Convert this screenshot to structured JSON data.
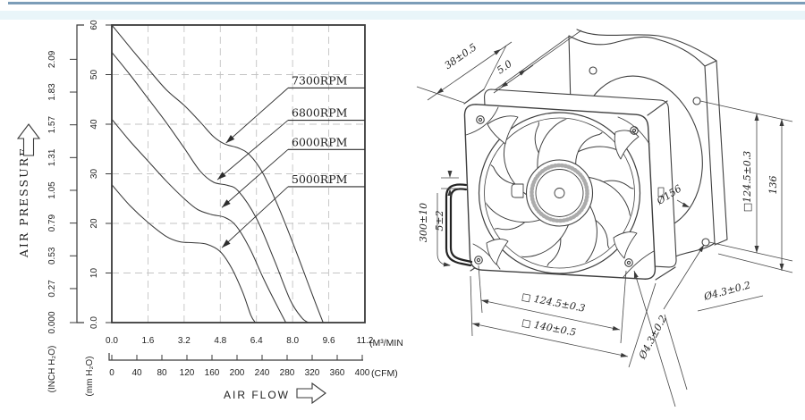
{
  "page": {
    "top_rule_color": "#7c9db8",
    "top_band_color": "#e9f5f9",
    "line_color": "#3f3f3f"
  },
  "chart_data": {
    "type": "line",
    "title": "",
    "x_label": "AIR FLOW",
    "y_label": "AIR PRESSURE",
    "grid": {
      "x_step": 1.6,
      "y_step": 10,
      "style": "dashed"
    },
    "x_axes": [
      {
        "unit": "(M³/MIN.)",
        "range": [
          0,
          11.2
        ],
        "tick_values": [
          0,
          1.6,
          3.2,
          4.8,
          6.4,
          8,
          9.6,
          11.2
        ],
        "tick_labels": [
          "0.0",
          "1.6",
          "3.2",
          "4.8",
          "6.4",
          "8.0",
          "9.6",
          "11.2"
        ]
      },
      {
        "unit": "(CFM)",
        "range": [
          0,
          400
        ],
        "tick_values": [
          0,
          40,
          80,
          120,
          160,
          200,
          240,
          280,
          320,
          360,
          400
        ],
        "tick_labels": [
          "0",
          "40",
          "80",
          "120",
          "160",
          "200",
          "240",
          "280",
          "320",
          "360",
          "400"
        ]
      }
    ],
    "y_axes": [
      {
        "unit": "(mm H₂O)",
        "range": [
          0,
          60
        ],
        "tick_values": [
          0,
          10,
          20,
          30,
          40,
          50,
          60
        ],
        "tick_labels": [
          "0.0",
          "10",
          "20",
          "30",
          "40",
          "50",
          "60"
        ]
      },
      {
        "unit": "(INCH H₂O)",
        "range": [
          0,
          2.36
        ],
        "tick_values": [
          0,
          0.27,
          0.53,
          0.79,
          1.05,
          1.31,
          1.57,
          1.83,
          2.09
        ],
        "tick_labels": [
          "0.000",
          "0.27",
          "0.53",
          "0.79",
          "1.05",
          "1.31",
          "1.57",
          "1.83",
          "2.09"
        ]
      }
    ],
    "series": [
      {
        "name": "7300RPM",
        "points": [
          [
            0,
            60
          ],
          [
            0.9,
            55
          ],
          [
            1.6,
            51.2
          ],
          [
            2.4,
            47
          ],
          [
            3.2,
            43.8
          ],
          [
            3.9,
            40.5
          ],
          [
            4.5,
            37.5
          ],
          [
            5,
            36
          ],
          [
            5.6,
            35.2
          ],
          [
            6.1,
            33.8
          ],
          [
            6.7,
            30
          ],
          [
            7.4,
            23
          ],
          [
            8.1,
            15
          ],
          [
            8.8,
            6.5
          ],
          [
            9.35,
            0
          ]
        ]
      },
      {
        "name": "6800RPM",
        "points": [
          [
            0,
            54.5
          ],
          [
            0.8,
            50
          ],
          [
            1.6,
            45.2
          ],
          [
            2.4,
            40.4
          ],
          [
            3.2,
            35.2
          ],
          [
            3.9,
            30.6
          ],
          [
            4.5,
            28.3
          ],
          [
            5.1,
            27.7
          ],
          [
            5.6,
            26.5
          ],
          [
            6.4,
            21
          ],
          [
            7.2,
            12.5
          ],
          [
            7.9,
            4.5
          ],
          [
            8.4,
            1
          ],
          [
            8.7,
            0
          ]
        ]
      },
      {
        "name": "6000RPM",
        "points": [
          [
            0,
            41
          ],
          [
            0.8,
            36.6
          ],
          [
            1.6,
            32.6
          ],
          [
            2.4,
            28.6
          ],
          [
            3.2,
            25
          ],
          [
            3.8,
            22.8
          ],
          [
            4.4,
            21.8
          ],
          [
            5,
            21.2
          ],
          [
            5.5,
            19.5
          ],
          [
            6.1,
            15
          ],
          [
            6.7,
            9
          ],
          [
            7.3,
            3.5
          ],
          [
            7.7,
            0
          ]
        ]
      },
      {
        "name": "5000RPM",
        "points": [
          [
            0,
            27.8
          ],
          [
            0.8,
            23.6
          ],
          [
            1.6,
            20.2
          ],
          [
            2.4,
            17.4
          ],
          [
            3,
            16.3
          ],
          [
            3.6,
            16.1
          ],
          [
            4.2,
            15.8
          ],
          [
            4.8,
            14.3
          ],
          [
            5.3,
            11
          ],
          [
            5.8,
            6
          ],
          [
            6.15,
            1.5
          ],
          [
            6.35,
            0
          ]
        ]
      }
    ],
    "callouts": [
      {
        "text": "7300RPM",
        "label_y": 47.3,
        "arrow": [
          5.05,
          36.2
        ]
      },
      {
        "text": "6800RPM",
        "label_y": 40.8,
        "arrow": [
          4.67,
          28.8
        ]
      },
      {
        "text": "6000RPM",
        "label_y": 34.9,
        "arrow": [
          4.87,
          23.2
        ]
      },
      {
        "text": "5000RPM",
        "label_y": 27.4,
        "arrow": [
          4.87,
          15.1
        ]
      }
    ]
  },
  "drawing": {
    "dimensions": {
      "depth": "38±0.5",
      "plate_thickness": "5.0",
      "lead_wire_length": "300±10",
      "lead_wire_offset": "5±2",
      "plate_cutout_diameter": "Ø156",
      "plate_hole_pitch_vertical": "□124.5±0.3",
      "plate_height": "136",
      "fan_hole_pitch": "□ 124.5±0.3",
      "fan_size": "□ 140±0.5",
      "plate_mount_hole_diameter": "Ø4.3±0.2",
      "fan_mount_hole_diameter": "Ø4.3±0.2"
    }
  }
}
